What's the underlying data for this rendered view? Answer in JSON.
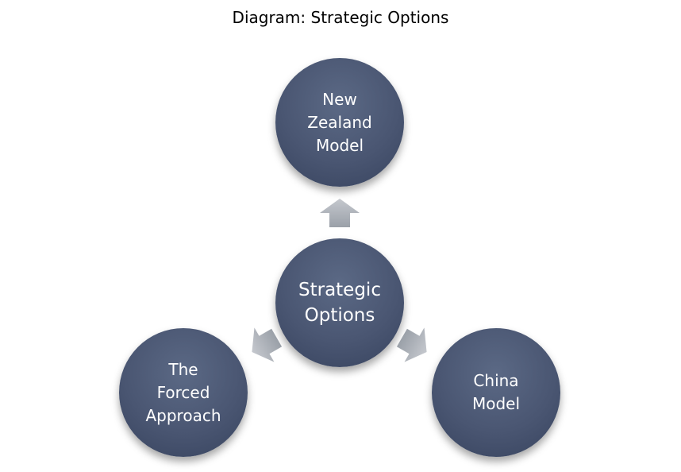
{
  "title": "Diagram: Strategic Options",
  "center": {
    "label": "Strategic\nOptions"
  },
  "nodes": {
    "top": {
      "label": "New\nZealand\nModel"
    },
    "left": {
      "label": "The\nForced\nApproach"
    },
    "right": {
      "label": "China\nModel"
    }
  },
  "colors": {
    "node_fill": "#4a5672",
    "node_text": "#ffffff",
    "arrow_fill": "#aeb2b9"
  },
  "icons": {
    "arrow": "up-arrow-icon"
  }
}
